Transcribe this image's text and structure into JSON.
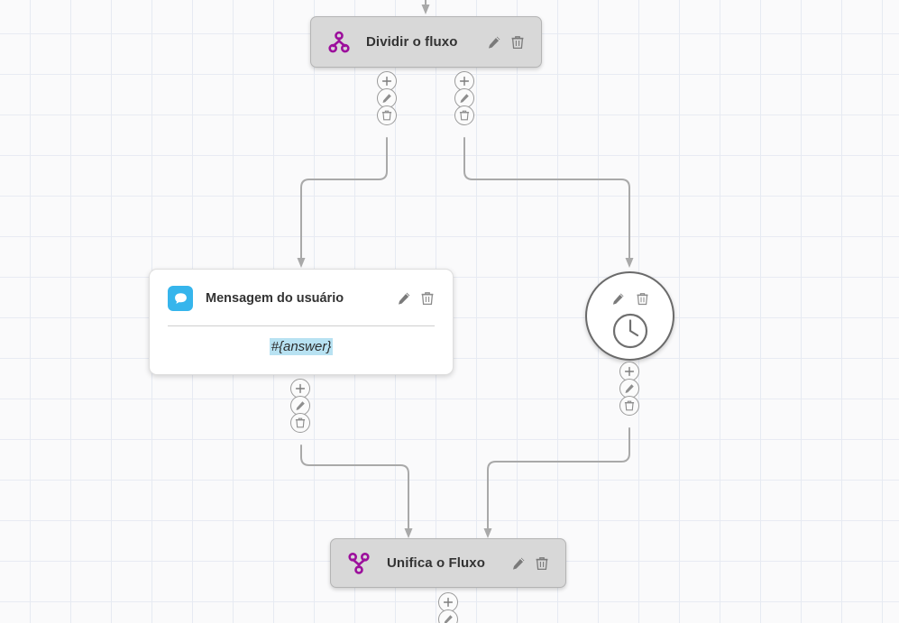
{
  "canvas": {
    "grid": "45px",
    "background_color": "#fafafb",
    "grid_line_color": "#e6eaf2"
  },
  "colors": {
    "split_merge_icon": "#9c0f9c",
    "message_badge": "#36b5ec",
    "token_highlight": "#b8e2f2",
    "node_gray": "#d8d8d8",
    "edge": "#a9a9a9"
  },
  "nodes": [
    {
      "id": "split",
      "type": "split",
      "title": "Dividir o fluxo",
      "icon": "split-flow-icon",
      "actions": [
        {
          "name": "edit-icon",
          "label": "Editar"
        },
        {
          "name": "delete-icon",
          "label": "Excluir"
        }
      ]
    },
    {
      "id": "user-message",
      "type": "message",
      "title": "Mensagem do usuário",
      "icon": "chat-bubble-icon",
      "body_token": "#{answer}",
      "actions": [
        {
          "name": "edit-icon",
          "label": "Editar"
        },
        {
          "name": "delete-icon",
          "label": "Excluir"
        }
      ]
    },
    {
      "id": "timer",
      "type": "timer",
      "title": "",
      "icon": "clock-icon",
      "actions": [
        {
          "name": "edit-icon",
          "label": "Editar"
        },
        {
          "name": "delete-icon",
          "label": "Excluir"
        }
      ]
    },
    {
      "id": "merge",
      "type": "merge",
      "title": "Unifica o Fluxo",
      "icon": "merge-flow-icon",
      "actions": [
        {
          "name": "edit-icon",
          "label": "Editar"
        },
        {
          "name": "delete-icon",
          "label": "Excluir"
        }
      ]
    }
  ],
  "port_buttons": {
    "add": {
      "name": "add-node-icon",
      "glyph": "+"
    },
    "edit": {
      "name": "edit-connection-icon",
      "glyph": "pencil"
    },
    "delete": {
      "name": "delete-connection-icon",
      "glyph": "trash"
    }
  },
  "port_stacks": [
    {
      "id": "split-out-left",
      "node": "split",
      "buttons": [
        "add",
        "edit",
        "delete"
      ]
    },
    {
      "id": "split-out-right",
      "node": "split",
      "buttons": [
        "add",
        "edit",
        "delete"
      ]
    },
    {
      "id": "message-out",
      "node": "user-message",
      "buttons": [
        "add",
        "edit",
        "delete"
      ]
    },
    {
      "id": "timer-out",
      "node": "timer",
      "buttons": [
        "add",
        "edit",
        "delete"
      ]
    },
    {
      "id": "merge-out",
      "node": "merge",
      "buttons": [
        "add",
        "edit"
      ]
    }
  ],
  "edges": [
    {
      "from": "incoming",
      "to": "split"
    },
    {
      "from": "split-out-left",
      "to": "user-message"
    },
    {
      "from": "split-out-right",
      "to": "timer"
    },
    {
      "from": "message-out",
      "to": "merge"
    },
    {
      "from": "timer-out",
      "to": "merge"
    }
  ]
}
